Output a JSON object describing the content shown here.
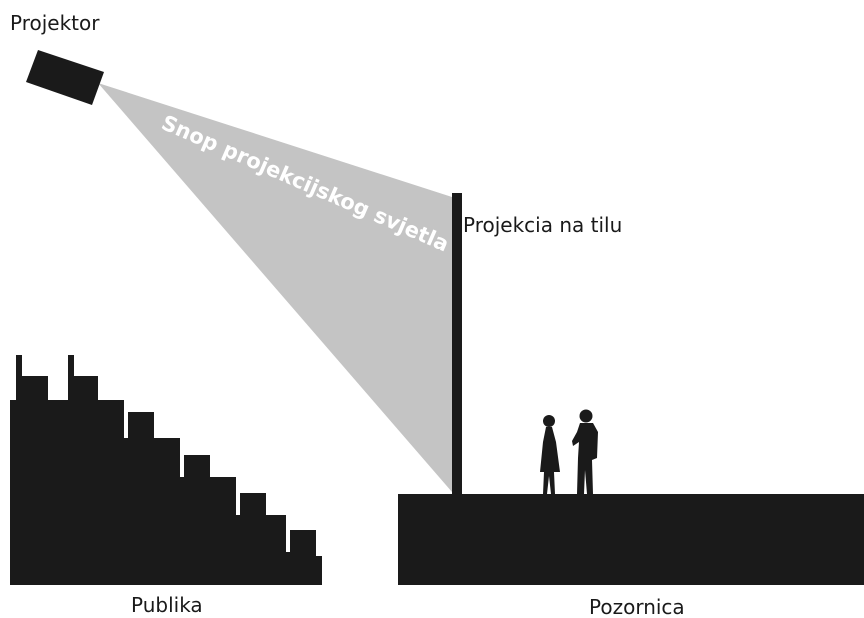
{
  "labels": {
    "projector": "Projektor",
    "beam": "Snop projekcijskog svjetla",
    "screen": "Projekcia na tilu",
    "audience": "Publika",
    "stage": "Pozornica"
  },
  "colors": {
    "ink": "#1a1a1a",
    "beam": "#c4c4c4",
    "background": "#ffffff"
  }
}
